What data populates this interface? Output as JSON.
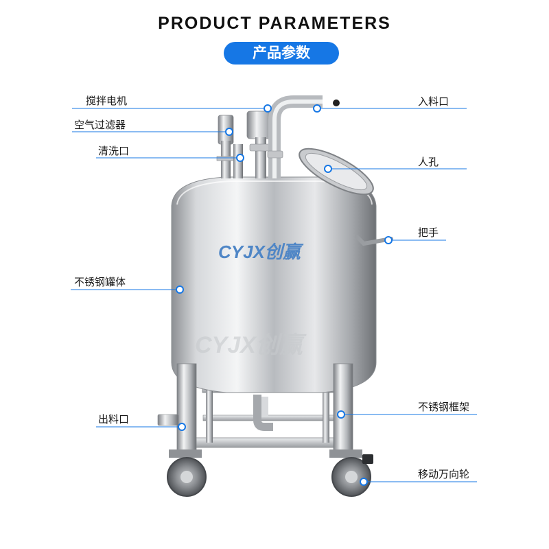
{
  "header": {
    "title": "PRODUCT PARAMETERS",
    "subtitle": "产品参数"
  },
  "colors": {
    "accent": "#1677e5",
    "line": "#1677e5"
  },
  "logo": {
    "text": "CYJX创赢"
  },
  "labels": {
    "motor": "搅拌电机",
    "air_filter": "空气过滤器",
    "cleaning_port": "清洗口",
    "tank_body": "不锈钢罐体",
    "outlet": "出料口",
    "inlet": "入料口",
    "manhole": "人孔",
    "handle": "把手",
    "frame": "不锈钢框架",
    "caster": "移动万向轮"
  }
}
